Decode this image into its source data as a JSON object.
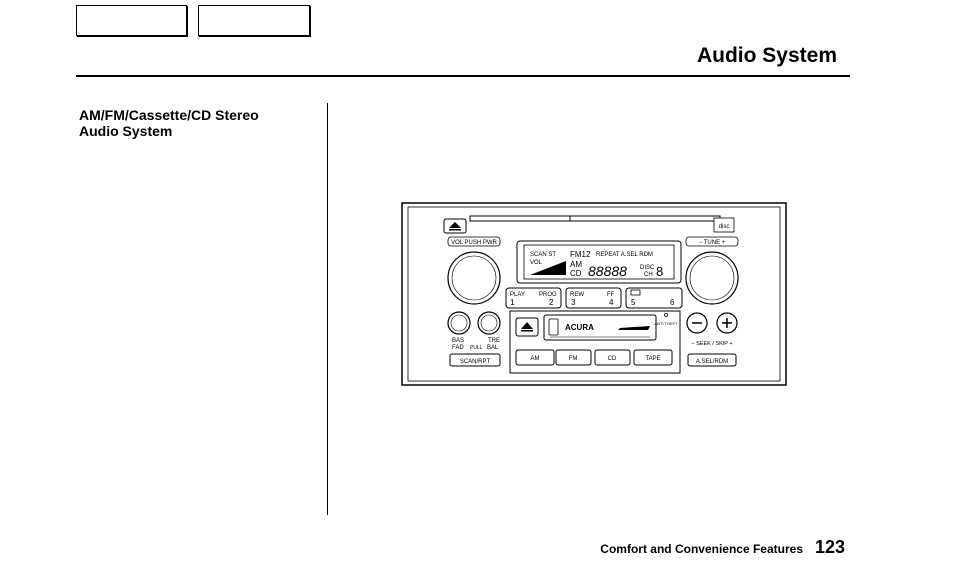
{
  "header": {
    "title": "Audio System"
  },
  "section": {
    "title_line1": "AM/FM/Cassette/CD Stereo",
    "title_line2": "Audio System"
  },
  "footer": {
    "section_name": "Comfort and Convenience Features",
    "page_number": "123"
  },
  "radio": {
    "cd_logo": "disc",
    "vol_label": "VOL PUSH PWR",
    "tune_label": "− TUNE +",
    "display": {
      "scan_st": "SCAN ST",
      "fm": "FM12",
      "repeat": "REPEAT A.SEL RDM",
      "vol": "VOL",
      "am": "AM",
      "cd": "CD",
      "digits": "88888",
      "disc": "DISC",
      "ch": "CH",
      "disc_digit": "8"
    },
    "presets": [
      {
        "top": "PLAY",
        "num": "1"
      },
      {
        "top": "PROG",
        "num": "2"
      },
      {
        "top": "REW",
        "num": "3"
      },
      {
        "top": "FF",
        "num": "4"
      },
      {
        "top": "",
        "num": "5"
      },
      {
        "top": "",
        "num": "6"
      }
    ],
    "bas": "BAS",
    "tre": "TRE",
    "fad": "FAD",
    "pull": "PULL",
    "bal": "BAL",
    "scan_rpt": "SCAN/RPT",
    "brand": "ACURA",
    "anti_theft": "ANTI THEFT",
    "seek_skip": "− SEEK / SKIP +",
    "a_sel_rdm": "A.SEL/RDM",
    "sources": [
      "AM",
      "FM",
      "CD",
      "TAPE"
    ]
  }
}
